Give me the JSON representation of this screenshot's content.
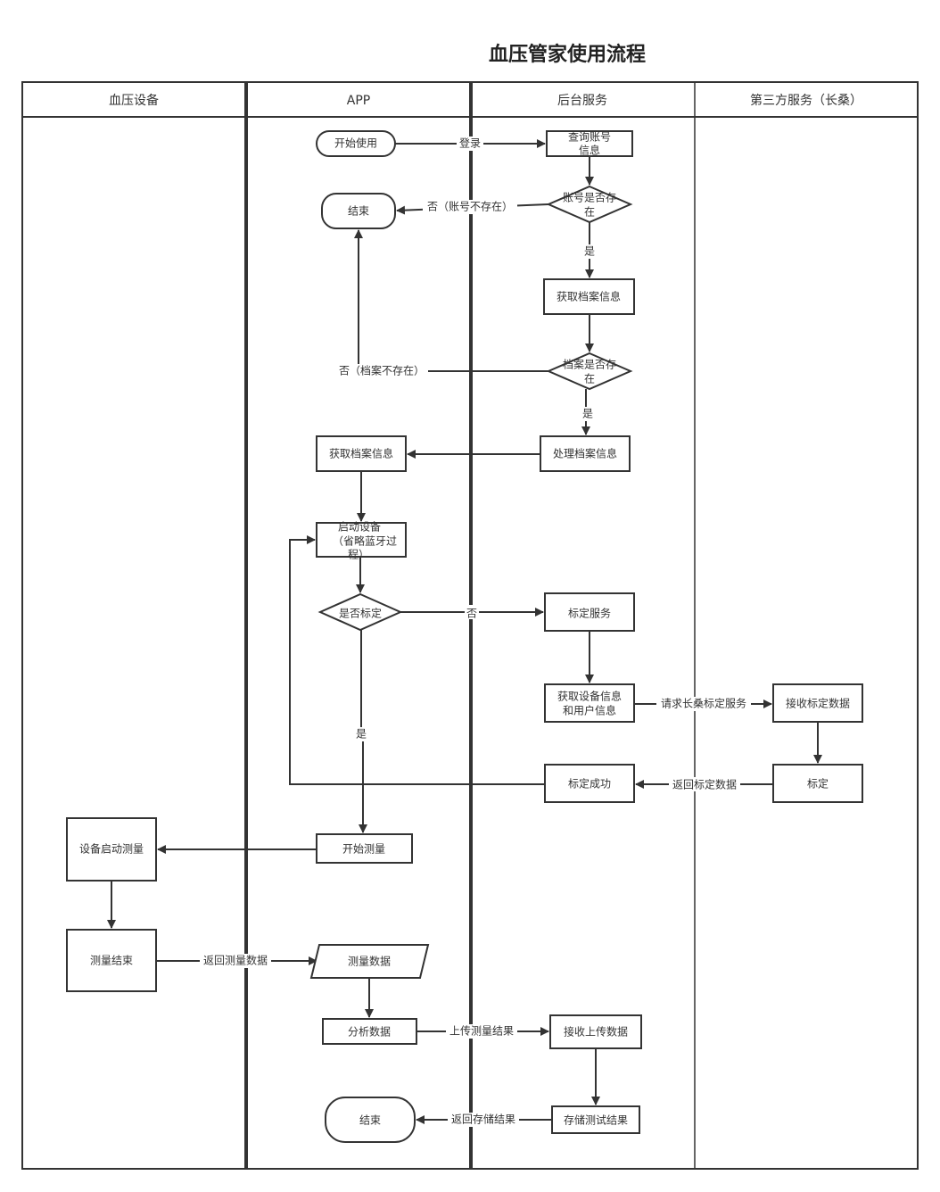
{
  "title": "血压管家使用流程",
  "lanes": [
    "血压设备",
    "APP",
    "后台服务",
    "第三方服务（长桑）"
  ],
  "nodes": {
    "start": "开始使用",
    "query": [
      "查询账号",
      "信息"
    ],
    "account_exists": [
      "账号是否存",
      "在"
    ],
    "end1": "结束",
    "get_profile_server": "获取档案信息",
    "profile_exists": [
      "档案是否存",
      "在"
    ],
    "process_profile": "处理档案信息",
    "get_profile_app": "获取档案信息",
    "start_device": [
      "启动设备",
      "（省略蓝牙过",
      "程）"
    ],
    "is_calibrated": "是否标定",
    "calib_service": "标定服务",
    "get_device_info": [
      "获取设备信息",
      "和用户信息"
    ],
    "receive_calib": "接收标定数据",
    "calibrate": "标定",
    "calib_success": "标定成功",
    "start_measure": "开始测量",
    "device_measure": "设备启动测量",
    "measure_end": "测量结束",
    "measure_data": "测量数据",
    "analyze": "分析数据",
    "receive_upload": "接收上传数据",
    "store_result": "存储测试结果",
    "end2": "结束"
  },
  "edges": {
    "login": "登录",
    "no_account": "否（账号不存在）",
    "yes1": "是",
    "no_profile": "否（档案不存在）",
    "yes2": "是",
    "no_calib": "否",
    "yes_calib": "是",
    "request_calib": "请求长桑标定服务",
    "return_calib": "返回标定数据",
    "return_measure": "返回测量数据",
    "upload_result": "上传测量结果",
    "return_store": "返回存储结果"
  }
}
